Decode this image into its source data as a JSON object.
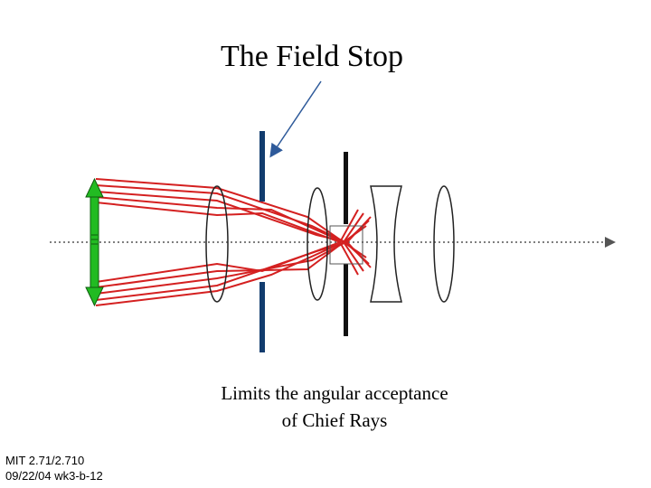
{
  "slide": {
    "title": "The Field Stop",
    "caption_line1": "Limits the angular acceptance",
    "caption_line2": "of Chief Rays",
    "footer_line1": "MIT 2.71/2.710",
    "footer_line2": "09/22/04 wk3-b-12"
  },
  "colors": {
    "field_stop": "#123c6e",
    "rays": "#d42020",
    "object": "#22bb22",
    "aperture_stop": "#111111",
    "axis": "#555555"
  }
}
